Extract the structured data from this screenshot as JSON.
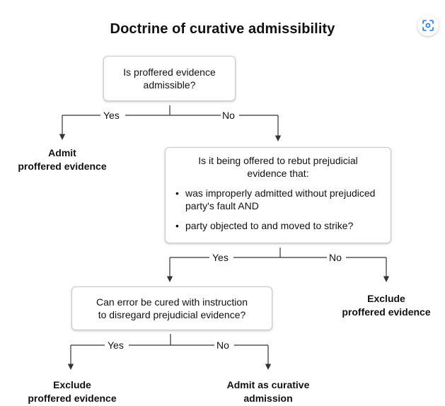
{
  "title": "Doctrine of curative admissibility",
  "question1": {
    "line1": "Is proffered evidence",
    "line2": "admissible?"
  },
  "branch1": {
    "yes": "Yes",
    "no": "No"
  },
  "outcome_admit": {
    "line1": "Admit",
    "line2": "proffered evidence"
  },
  "question2": {
    "head_line1": "Is it being offered to rebut prejudicial",
    "head_line2": "evidence that:",
    "bullets": [
      "was improperly admitted without prejudiced party's fault AND",
      "party objected to and moved to strike?"
    ]
  },
  "branch2": {
    "yes": "Yes",
    "no": "No"
  },
  "outcome_exclude_right": {
    "line1": "Exclude",
    "line2": "proffered evidence"
  },
  "question3": {
    "line1": "Can error be cured with instruction",
    "line2": "to disregard prejudicial evidence?"
  },
  "branch3": {
    "yes": "Yes",
    "no": "No"
  },
  "outcome_exclude_bottom": {
    "line1": "Exclude",
    "line2": "proffered evidence"
  },
  "outcome_curative": {
    "line1": "Admit as curative",
    "line2": "admission"
  },
  "icons": {
    "corner_button": "visual-search-icon"
  },
  "colors": {
    "line": "#333333",
    "box_border": "#c9c9c9"
  }
}
